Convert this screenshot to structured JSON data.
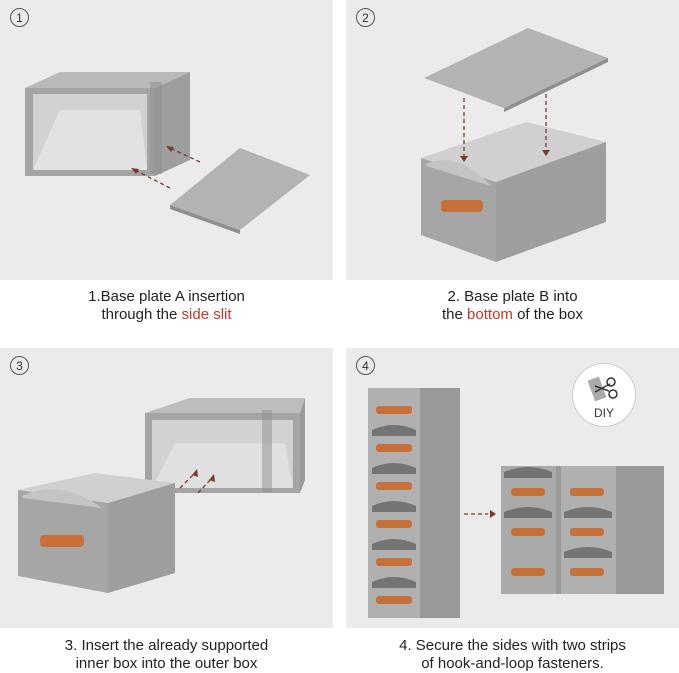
{
  "steps": [
    {
      "number": "1",
      "caption_line1": "1.Base plate A insertion",
      "caption_line2_pre": "through the ",
      "caption_line2_hl": "side slit",
      "caption_line2_post": ""
    },
    {
      "number": "2",
      "caption_line1": "2. Base plate B into",
      "caption_line2_pre": "the ",
      "caption_line2_hl": "bottom",
      "caption_line2_post": " of the box"
    },
    {
      "number": "3",
      "caption_line1": "3. Insert the already supported",
      "caption_line2_pre": "inner box into the outer box",
      "caption_line2_hl": "",
      "caption_line2_post": ""
    },
    {
      "number": "4",
      "caption_line1": "4. Secure the sides with two strips",
      "caption_line2_pre": "of hook-and-loop fasteners.",
      "caption_line2_hl": "",
      "caption_line2_post": ""
    }
  ],
  "badge": {
    "label": "DIY"
  },
  "colors": {
    "panel": "#ebebeb",
    "fabric": "#a8a8a8",
    "highlight": "#c0392b",
    "handle": "#c8703a"
  }
}
